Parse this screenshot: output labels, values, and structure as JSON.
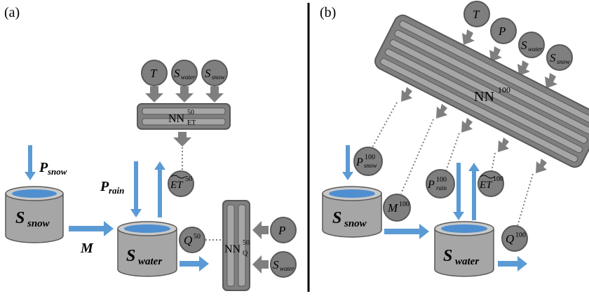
{
  "panel_a": {
    "label": "(a)",
    "inputs_top": [
      {
        "main": "T",
        "sub": ""
      },
      {
        "main": "S",
        "sub": "water"
      },
      {
        "main": "S",
        "sub": "snow"
      }
    ],
    "nn_et": {
      "main": "NN",
      "sup": "50",
      "sub": "ET"
    },
    "et_circle": {
      "main": "ET",
      "sup": "50"
    },
    "p_snow": {
      "main": "P",
      "sub": "snow"
    },
    "p_rain": {
      "main": "P",
      "sub": "rain"
    },
    "s_snow": {
      "main": "S",
      "sub": "snow"
    },
    "s_water": {
      "main": "S",
      "sub": "water"
    },
    "m_label": "M",
    "q_circle": {
      "main": "Q",
      "sup": "50"
    },
    "nn_q": {
      "main": "NN",
      "sup": "50",
      "sub": "Q"
    },
    "inputs_right": [
      {
        "main": "P",
        "sub": ""
      },
      {
        "main": "S",
        "sub": "water"
      }
    ]
  },
  "panel_b": {
    "label": "(b)",
    "inputs": [
      {
        "main": "T",
        "sub": ""
      },
      {
        "main": "P",
        "sub": ""
      },
      {
        "main": "S",
        "sub": "water"
      },
      {
        "main": "S",
        "sub": "snow"
      }
    ],
    "nn": {
      "main": "NN",
      "sup": "100"
    },
    "p_snow_circle": {
      "main": "P",
      "sup": "100",
      "sub": "snow"
    },
    "m_circle": {
      "main": "M",
      "sup": "100"
    },
    "p_rain_circle": {
      "main": "P",
      "sup": "100",
      "sub": "rain"
    },
    "et_circle": {
      "main": "ET",
      "sup": "100"
    },
    "q_circle": {
      "main": "Q",
      "sup": "100"
    },
    "s_snow": {
      "main": "S",
      "sub": "snow"
    },
    "s_water": {
      "main": "S",
      "sub": "water"
    }
  },
  "colors": {
    "blue_arrow": "#5b9bd5",
    "gray_fill": "#7f7f7f",
    "gray_stroke": "#595959",
    "tank_gray": "#a6a6a6",
    "water_blue": "#4f8fd0",
    "divider": "#000000"
  }
}
